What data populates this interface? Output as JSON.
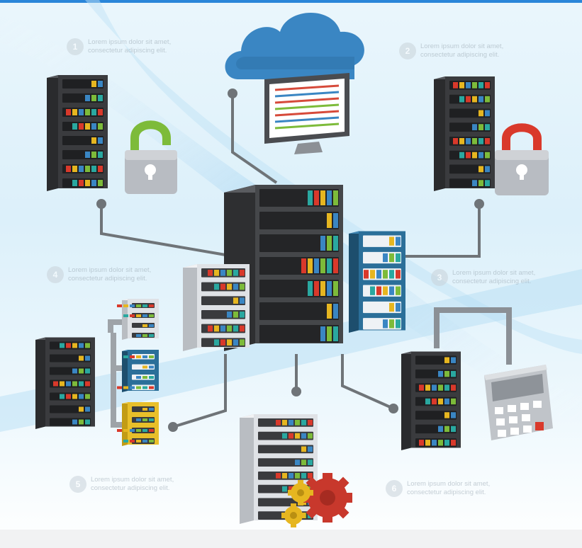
{
  "captions": [
    {
      "number": "1",
      "text": "Lorem ipsum dolor sit amet, consectetur adipiscing elit."
    },
    {
      "number": "2",
      "text": "Lorem ipsum dolor sit amet, consectetur adipiscing elit."
    },
    {
      "number": "3",
      "text": "Lorem ipsum dolor sit amet, consectetur adipiscing elit."
    },
    {
      "number": "4",
      "text": "Lorem ipsum dolor sit amet, consectetur adipiscing elit."
    },
    {
      "number": "5",
      "text": "Lorem ipsum dolor sit amet, consectetur adipiscing elit."
    },
    {
      "number": "6",
      "text": "Lorem ipsum dolor sit amet, consectetur adipiscing elit."
    }
  ],
  "colors": {
    "accent_bar": "#2b86d9",
    "cloud": "#3a86c3",
    "lock_shackle_green": "#7dbb3a",
    "lock_shackle_red": "#d9392b",
    "server_dark": "#3a3b3e",
    "server_light": "#e7e9ec",
    "server_blue": "#215c80",
    "server_yellow": "#e8bf2a",
    "gear_red": "#c8382c",
    "gear_yellow": "#e6b620",
    "connector": "#6f7478"
  },
  "icons": [
    "cloud-icon",
    "monitor-icon",
    "padlock-icon",
    "calculator-icon",
    "gear-icon",
    "server-icon"
  ]
}
